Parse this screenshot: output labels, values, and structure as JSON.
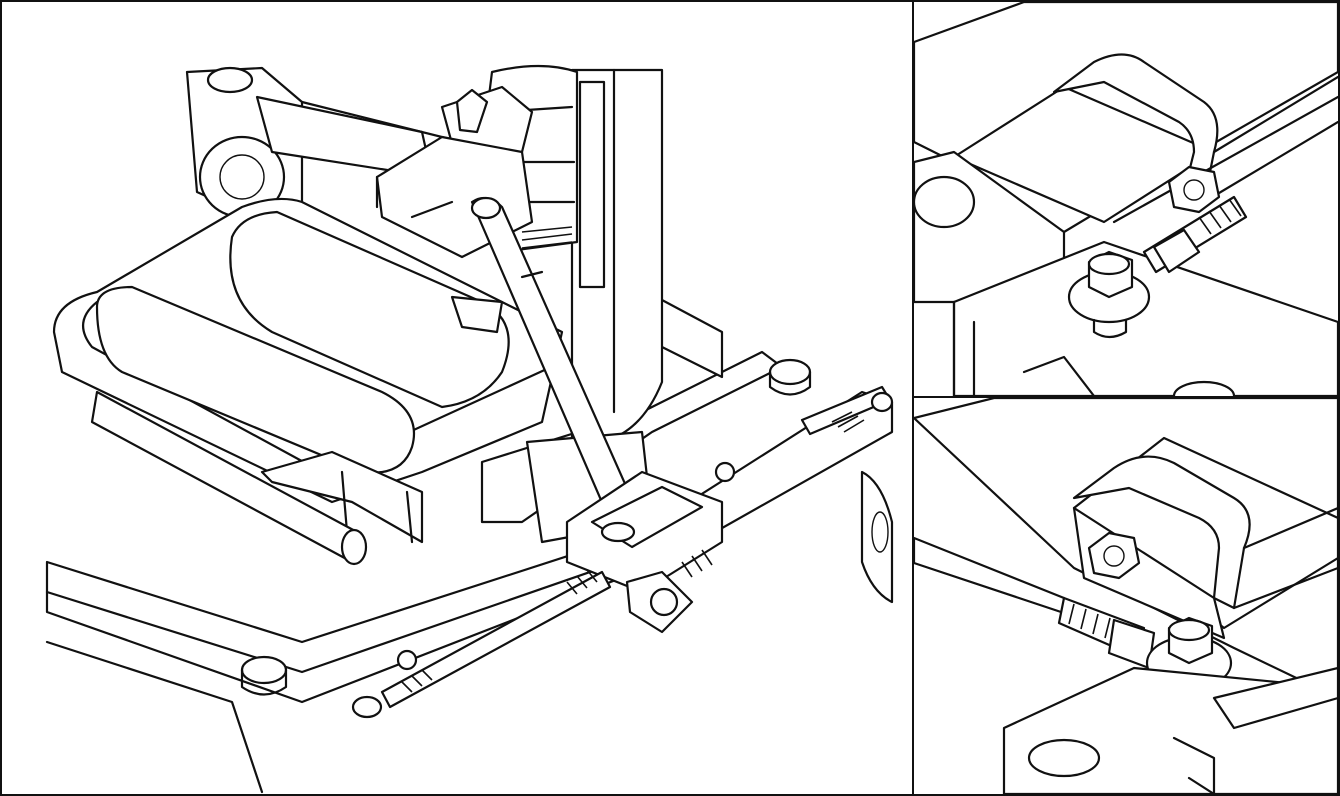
{
  "figure": {
    "panels": [
      {
        "id": "main",
        "subject": "lift-base-assembly"
      },
      {
        "id": "detail-top",
        "subject": "tie-rod-bolt-connection-top"
      },
      {
        "id": "detail-bottom",
        "subject": "tie-rod-bolt-connection-bottom"
      }
    ],
    "colors": {
      "line": "#111111",
      "background": "#ffffff",
      "shade": "#e9e9e9"
    }
  }
}
